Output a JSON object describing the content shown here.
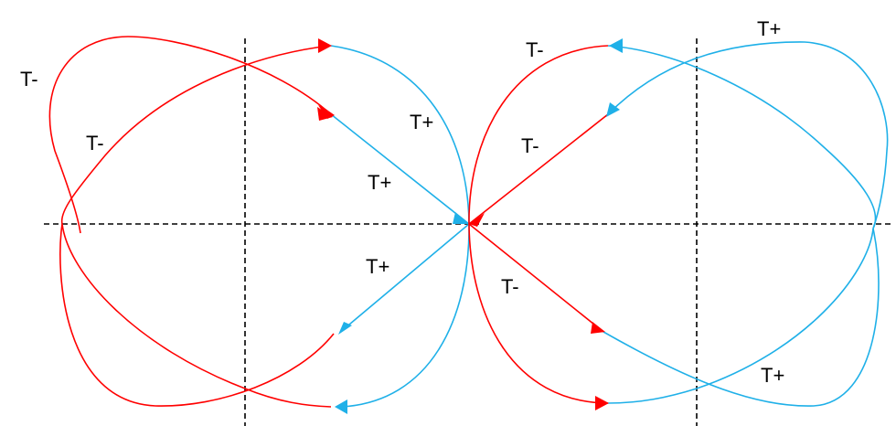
{
  "colors": {
    "red": "#ff0000",
    "blue": "#1fb0e8",
    "axis": "#000000"
  },
  "labels": {
    "top_left_outer": "T-",
    "left_inner": "T-",
    "left_blue_upper": "T+",
    "center_upper": "T+",
    "center_lower": "T+",
    "right_top": "T-",
    "right_inner": "T-",
    "right_lower": "T-",
    "right_top_blue": "T+",
    "right_bottom_blue": "T+"
  }
}
